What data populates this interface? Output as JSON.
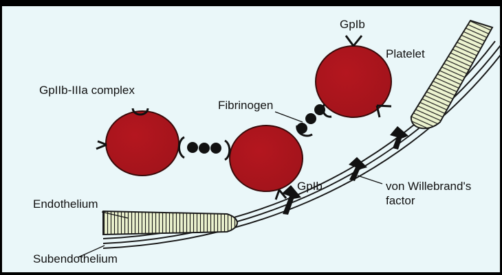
{
  "colors": {
    "background": "#eaf7f9",
    "frame": "#000000",
    "platelet": "#a3141b",
    "platelet_outline": "#3a0a0a",
    "fibrinogen": "#111111",
    "endothelium_fill": "#ecf3cf"
  },
  "icons": {
    "receptor_cup": "gpiib-iiia-receptor-icon",
    "receptor_y": "gpib-receptor-icon",
    "arrow_up": "von-willebrand-factor-arrow-icon"
  },
  "labels": {
    "gpiib_iiia": "GpIIb-IIIa complex",
    "fibrinogen": "Fibrinogen",
    "gpib_top": "GpIb",
    "platelet": "Platelet",
    "gpib_bottom": "GpIb",
    "vwf_line1": "von Willebrand's",
    "vwf_line2": "factor",
    "endothelium": "Endothelium",
    "subendothelium": "Subendothelium"
  }
}
